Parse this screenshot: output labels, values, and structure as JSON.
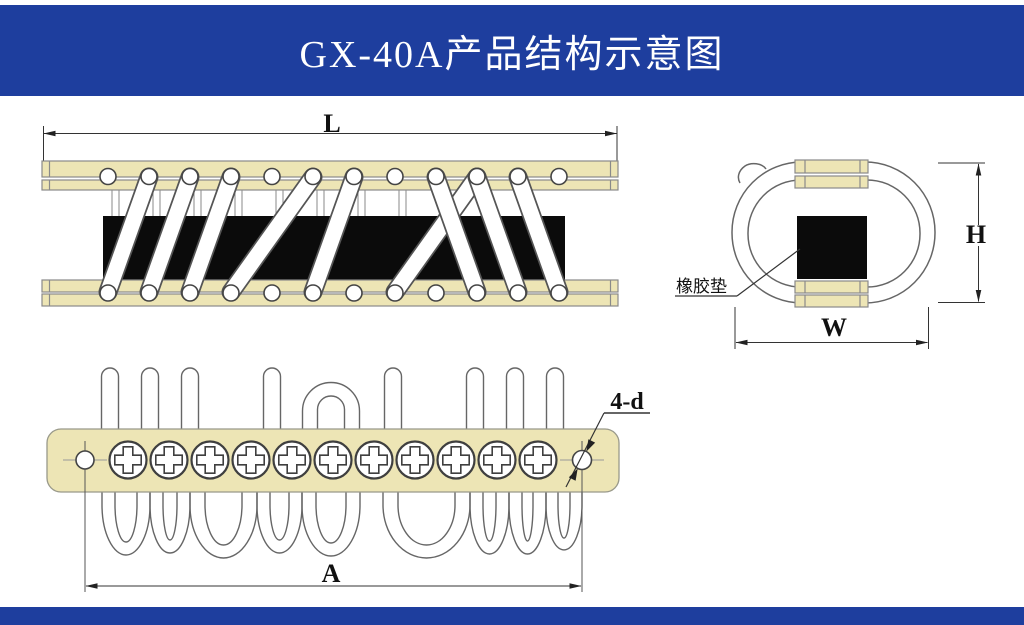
{
  "title": "GX-40A产品结构示意图",
  "labels": {
    "dim_length": "L",
    "dim_height": "H",
    "dim_width": "W",
    "dim_span": "A",
    "corner_holes": "4-d",
    "rubber_pad": "橡胶垫"
  },
  "colors": {
    "banner_blue": "#1e3e9e",
    "plate_beige": "#ede5b5",
    "rubber_black": "#0b0b0b",
    "line_gray": "#555555"
  }
}
